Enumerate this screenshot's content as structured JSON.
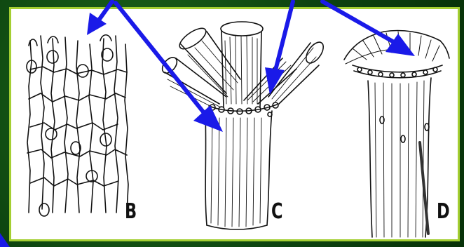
{
  "labels": {
    "b": "B",
    "c": "C",
    "d": "D"
  },
  "colors": {
    "background": "#0d4410",
    "frame_border": "#a4cf32",
    "arrow": "#1a1ae8",
    "ink": "#111111"
  }
}
